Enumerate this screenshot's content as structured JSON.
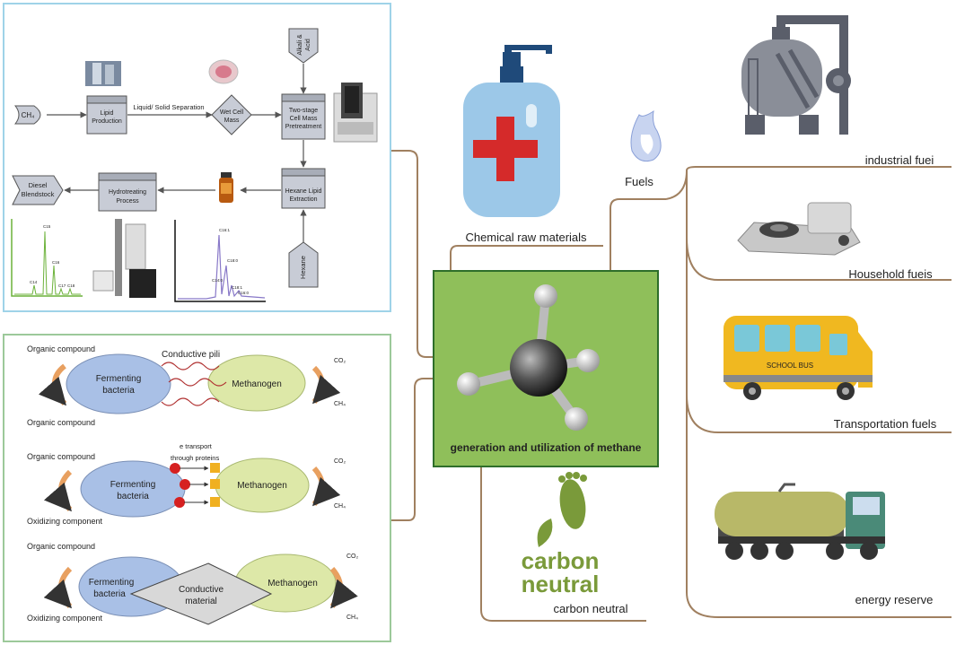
{
  "center": {
    "title": "generation and utilization of methane"
  },
  "branches": {
    "chemical": "Chemical raw materials",
    "fuels": "Fuels",
    "carbon": "carbon neutral",
    "carbon_logo_line1": "carbon",
    "carbon_logo_line2": "neutral"
  },
  "fuel_items": {
    "industrial": "industrial fuei",
    "household": "Household fueis",
    "transport": "Transportation fuels",
    "reserve": "energy reserve",
    "bus_sign": "SCHOOL BUS"
  },
  "process": {
    "ch4": "CH₄",
    "lipid_prod_1": "Lipid",
    "lipid_prod_2": "Production",
    "sep": "Liquid/ Solid Separation",
    "wet_1": "Wet Cell",
    "wet_2": "Mass",
    "alkali_1": "Alkali &",
    "alkali_2": "Acid",
    "two_1": "Two-stage",
    "two_2": "Cell Mass",
    "two_3": "Pretreatment",
    "hexlip_1": "Hexane Lipid",
    "hexlip_2": "Extraction",
    "hexane": "Hexane",
    "hydro_1": "Hydrotreating",
    "hydro_2": "Process",
    "diesel_1": "Diesel",
    "diesel_2": "Blendstock",
    "peaks_left": [
      "C15",
      "C16",
      "C14",
      "C17",
      "C18"
    ],
    "peaks_right": [
      "C16:1",
      "C18:0",
      "C14:0",
      "C18:1",
      "C16:0"
    ]
  },
  "dit": {
    "p1_conductive_pili": "Conductive pili",
    "p1_in": "Organic compound",
    "p1_out": "Organic compound",
    "fermenting_1": "Fermenting",
    "fermenting_2": "bacteria",
    "methanogen": "Methanogen",
    "co2": "CO₂",
    "ch4": "CH₄",
    "p2_in": "Organic compound",
    "p2_e": "e transport",
    "p2_e2": "through proteins",
    "p2_out": "Oxidizing component",
    "p3_in": "Organic compound",
    "p3_out": "Oxidizing component",
    "conductive_1": "Conductive",
    "conductive_2": "material"
  },
  "colors": {
    "center_fill": "#8fbf5a",
    "center_border": "#2e6e2a",
    "blue_border": "#9fd3e8",
    "green_border": "#9cc99a",
    "connector": "#a08060",
    "fermenting": "#a9c0e6",
    "methanogen": "#dde8a8",
    "carbon_green": "#7a9a3a"
  }
}
